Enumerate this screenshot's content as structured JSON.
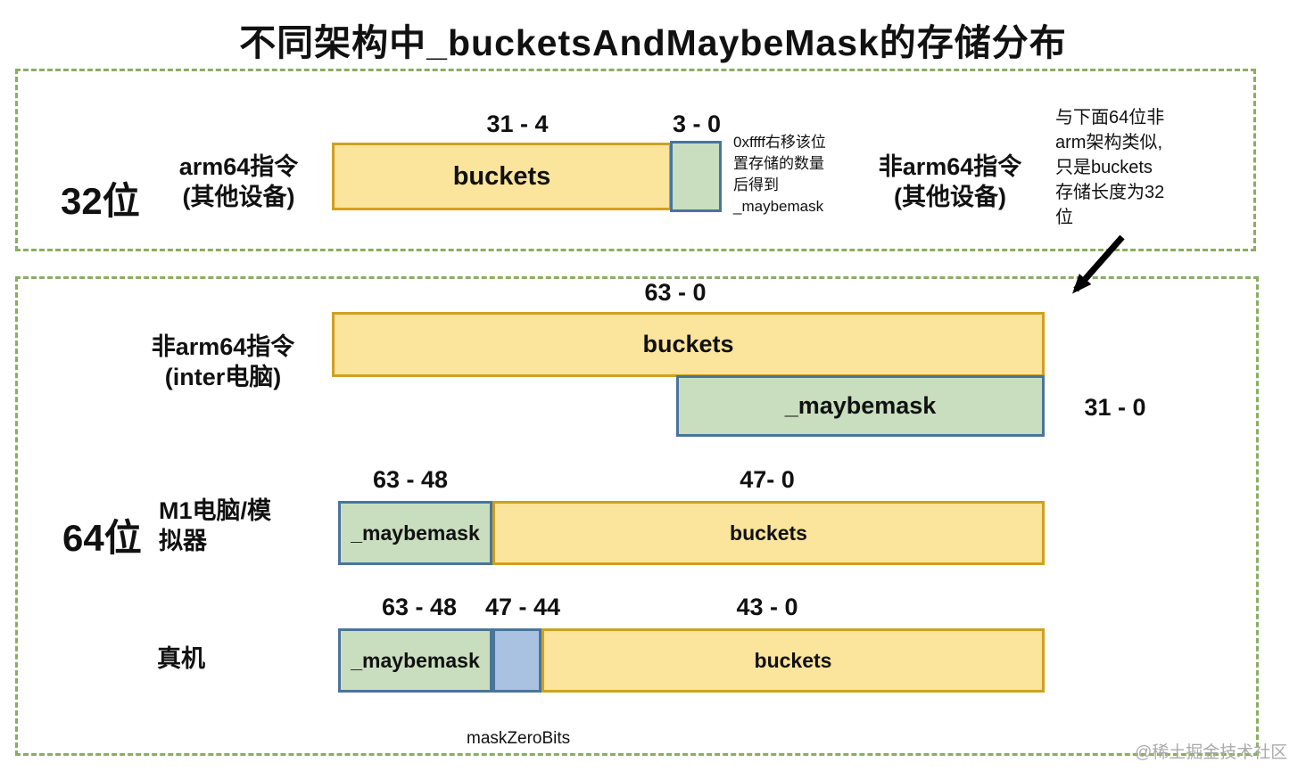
{
  "title": "不同架构中_bucketsAndMaybeMask的存储分布",
  "colors": {
    "yellow_fill": "#fbe49b",
    "yellow_border": "#d0a021",
    "green_fill": "#c8debe",
    "green_border": "#49759b",
    "blue_fill": "#a9c2e1",
    "dashed_box_border": "#8cad5f",
    "watermark_gray": "#ababab"
  },
  "section_32": {
    "bit_label": "32位",
    "arch_left": "arm64指令\n(其他设备)",
    "range_buckets": "31 - 4",
    "range_mask": "3 - 0",
    "buckets_label": "buckets",
    "shift_note": "0xffff右移该位\n置存储的数量\n后得到\n_maybemask",
    "arch_right": "非arm64指令\n(其他设备)",
    "side_note": "与下面64位非\narm架构类似,\n只是buckets\n存储长度为32\n位"
  },
  "section_64": {
    "bit_label": "64位",
    "row_intel": {
      "arch": "非arm64指令\n(inter电脑)",
      "range_buckets": "63 - 0",
      "buckets_label": "buckets",
      "mask_label": "_maybemask",
      "range_mask": "31 - 0"
    },
    "row_m1": {
      "arch": "M1电脑/模\n拟器",
      "range_mask": "63 - 48",
      "range_buckets": "47- 0",
      "mask_label": "_maybemask",
      "buckets_label": "buckets"
    },
    "row_device": {
      "arch": "真机",
      "range_mask": "63 - 48",
      "range_zero": "47 - 44",
      "range_buckets": "43 - 0",
      "mask_label": "_maybemask",
      "buckets_label": "buckets",
      "zero_bits_label": "maskZeroBits"
    }
  },
  "watermark": "@稀土掘金技术社区"
}
